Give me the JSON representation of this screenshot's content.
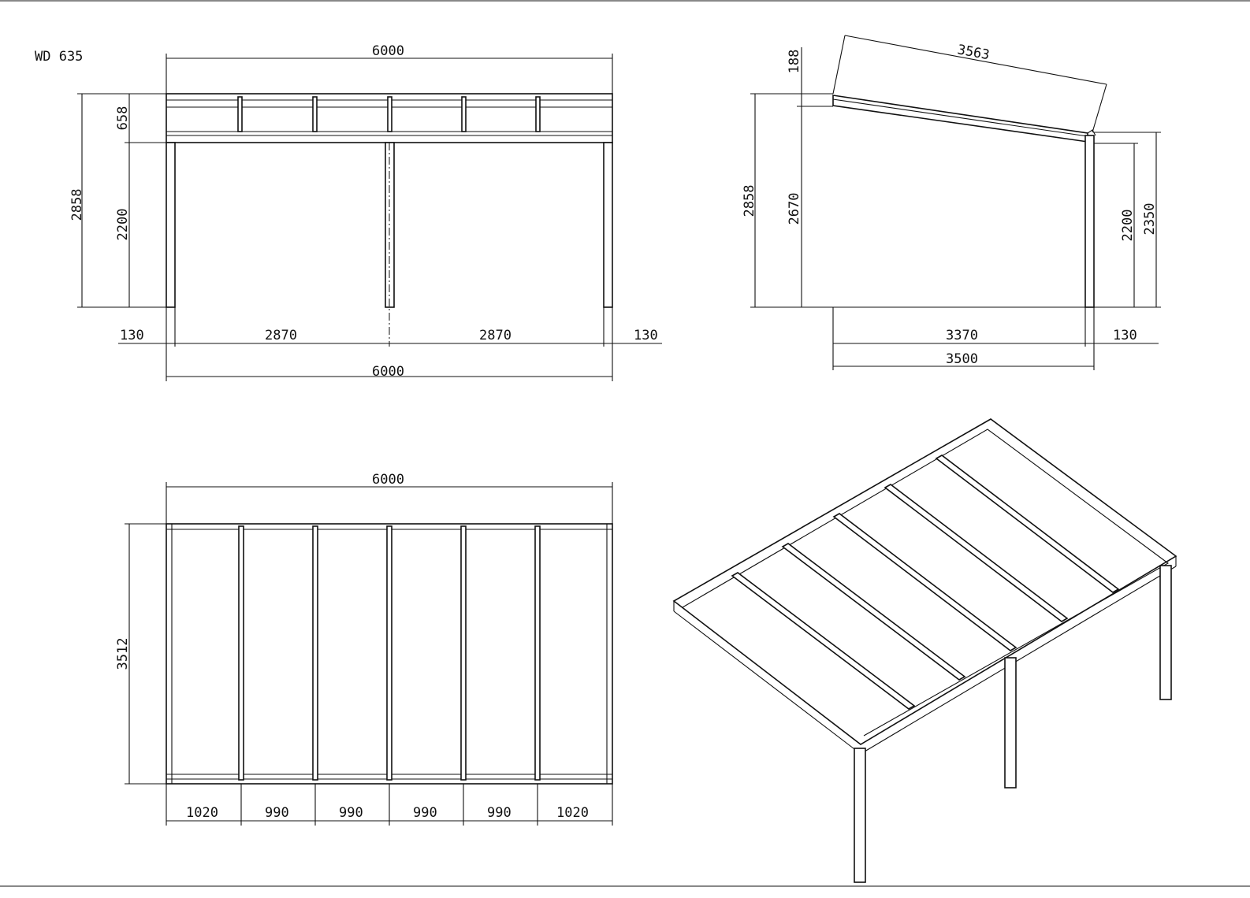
{
  "drawing": {
    "model": "WD 635",
    "front_view": {
      "overall_width_top": "6000",
      "overall_height": "2858",
      "roof_height": "658",
      "clear_height": "2200",
      "overhang_left": "130",
      "bay_left": "2870",
      "bay_right": "2870",
      "overhang_right": "130",
      "overall_width_bottom": "6000"
    },
    "side_view": {
      "roof_gutter_drop": "188",
      "roof_length": "3563",
      "overall_height": "2858",
      "wall_height": "2670",
      "front_clear_height": "2200",
      "front_total_height": "2350",
      "depth_inner": "3370",
      "front_overhang": "130",
      "depth_total": "3500"
    },
    "plan_view": {
      "overall_width": "6000",
      "overall_depth": "3512",
      "spacings": [
        "1020",
        "990",
        "990",
        "990",
        "990",
        "1020"
      ]
    }
  },
  "colors": {
    "line": "#111111",
    "background": "#ffffff"
  }
}
